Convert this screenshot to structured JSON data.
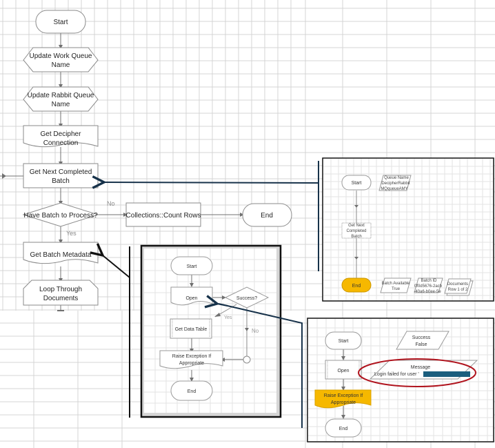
{
  "main_flow": {
    "start": "Start",
    "update_work_queue": [
      "Update Work Queue",
      "Name"
    ],
    "update_rabbit_queue": [
      "Update Rabbit Queue",
      "Name"
    ],
    "get_decipher_connection": [
      "Get Decipher",
      "Connection"
    ],
    "get_next_completed_batch": [
      "Get Next Completed",
      "Batch"
    ],
    "have_batch_decision": "Have Batch to Process?",
    "no_label": "No",
    "yes_label": "Yes",
    "collections_count_rows": "Collections::Count Rows",
    "end": "End",
    "get_batch_metadata": "Get Batch Metadata",
    "loop_through_documents": [
      "Loop Through",
      "Documents"
    ]
  },
  "inset_batch": {
    "start": "Start",
    "queue_name_data": [
      "Queue Name",
      "DecipherRabbit",
      "MQqueueAMY"
    ],
    "get_next_completed_batch": [
      "Get Next",
      "Completed",
      "Batch"
    ],
    "end": "End",
    "batch_available_data": [
      "Batch Available",
      "True"
    ],
    "batch_id_data": [
      "Batch ID",
      "0f0d5676-2acb",
      "-40a6-b0ee-5e"
    ],
    "documents_data": [
      "Documents",
      "Row 1 of 2"
    ]
  },
  "inset_metadata": {
    "start": "Start",
    "open": "Open",
    "success_decision": "Success?",
    "yes_label": "Yes",
    "no_label": "No",
    "get_data_table": "Get Data Table",
    "raise_exception": [
      "Raise Exception If",
      "Appropriate"
    ],
    "end": "End"
  },
  "inset_error": {
    "start": "Start",
    "success_data": [
      "Success",
      "False"
    ],
    "open": "Open",
    "message_data": [
      "Message",
      "Login failed for user '"
    ],
    "raise_exception": [
      "Raise Exception If",
      "Appropriate"
    ],
    "end": "End"
  },
  "colors": {
    "grid": "#d4d4d4",
    "shape_stroke": "#8a8a8a",
    "connector": "#707070",
    "callout_arrow": "#17324a",
    "highlight_yellow": "#f6b800",
    "redaction": "#1b5e7e",
    "annotation_circle": "#b0141e"
  }
}
